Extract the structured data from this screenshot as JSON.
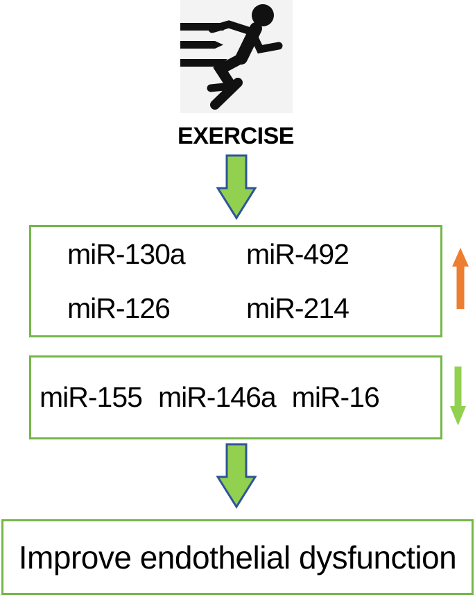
{
  "colors": {
    "box_border_green": "#74b749",
    "arrow_green_fill": "#92d050",
    "arrow_blue_stroke": "#2f5597",
    "arrow_orange": "#ed7d31",
    "icon_bg": "#f4f3f4",
    "ink": "#000000"
  },
  "header": {
    "icon": "running-person-icon",
    "label": "EXERCISE"
  },
  "upregulated_mirnas": {
    "direction": "up",
    "rows": [
      [
        "miR-130a",
        "miR-492"
      ],
      [
        "miR-126",
        "miR-214"
      ]
    ]
  },
  "downregulated_mirnas": {
    "direction": "down",
    "items": [
      "miR-155",
      "miR-146a",
      "miR-16"
    ]
  },
  "outcome": {
    "label": "Improve endothelial dysfunction"
  }
}
